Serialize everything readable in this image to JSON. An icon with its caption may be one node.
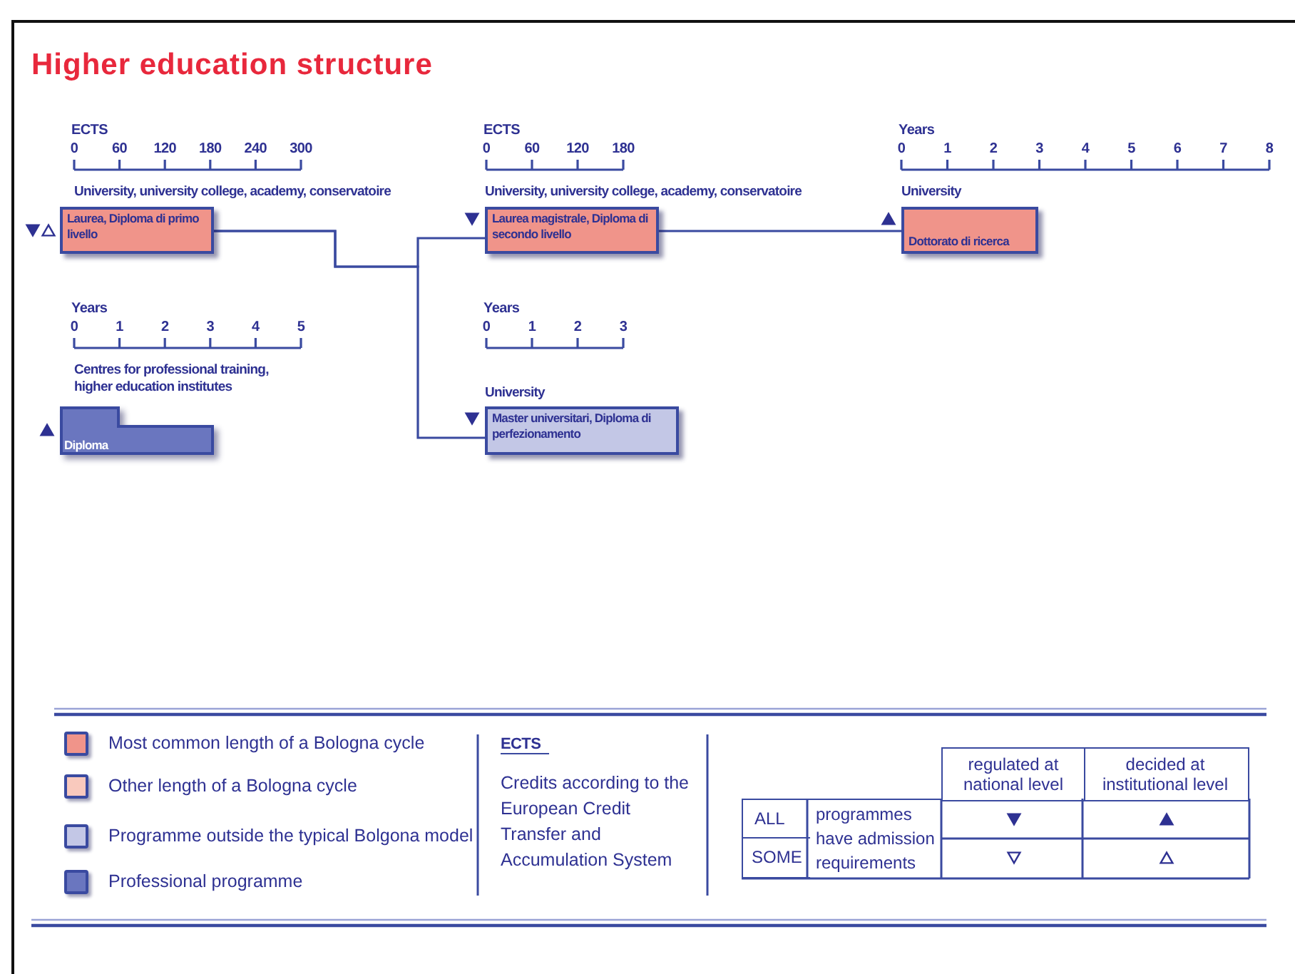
{
  "diagram": {
    "title": "Higher education structure",
    "nodes": [
      {
        "text": [
          "University, university college, academy, conservatoire",
          "Laurea, Diploma di primo livello"
        ]
      },
      {
        "text": [
          "Centres for professional training, higher education institutes",
          "Diploma"
        ]
      },
      {
        "text": [
          "University, university college, academy, conservatoire",
          "Laurea magistrale, Diploma di secondo livello"
        ]
      },
      {
        "text": [
          "University",
          "Master universitari, Diploma di perfezionamento"
        ]
      },
      {
        "text": [
          "University",
          "Dottorato di ricerca"
        ]
      }
    ],
    "edges": [
      {
        "from": 0,
        "to": 2,
        "arrow": "none"
      },
      {
        "from": 0,
        "to": 3,
        "arrow": "none"
      },
      {
        "from": 2,
        "to": 4,
        "arrow": "none"
      }
    ],
    "labels": [
      "ECTS",
      "0",
      "60",
      "120",
      "180",
      "240",
      "300",
      "ECTS",
      "0",
      "60",
      "120",
      "180",
      "Years",
      "0",
      "1",
      "2",
      "3",
      "4",
      "5",
      "6",
      "7",
      "8",
      "Years",
      "0",
      "1",
      "2",
      "3",
      "4",
      "5",
      "Years",
      "0",
      "1",
      "2",
      "3",
      "ECTS",
      "Credits according to the European Credit Transfer and Accumulation System",
      "regulated at national level",
      "decided at institutional level",
      "ALL",
      "programmes have admission requirements",
      "SOME"
    ],
    "legend": [
      {
        "text": "Most common length of a Bologna cycle",
        "color": "#f0948a"
      },
      {
        "text": "Other length of a Bologna cycle",
        "color": "#f9c9bd"
      },
      {
        "text": "Programme outside the typical Bolgona model",
        "color": "#c3c7e6"
      },
      {
        "text": "Professional programme",
        "color": "#6a76bf"
      }
    ]
  }
}
